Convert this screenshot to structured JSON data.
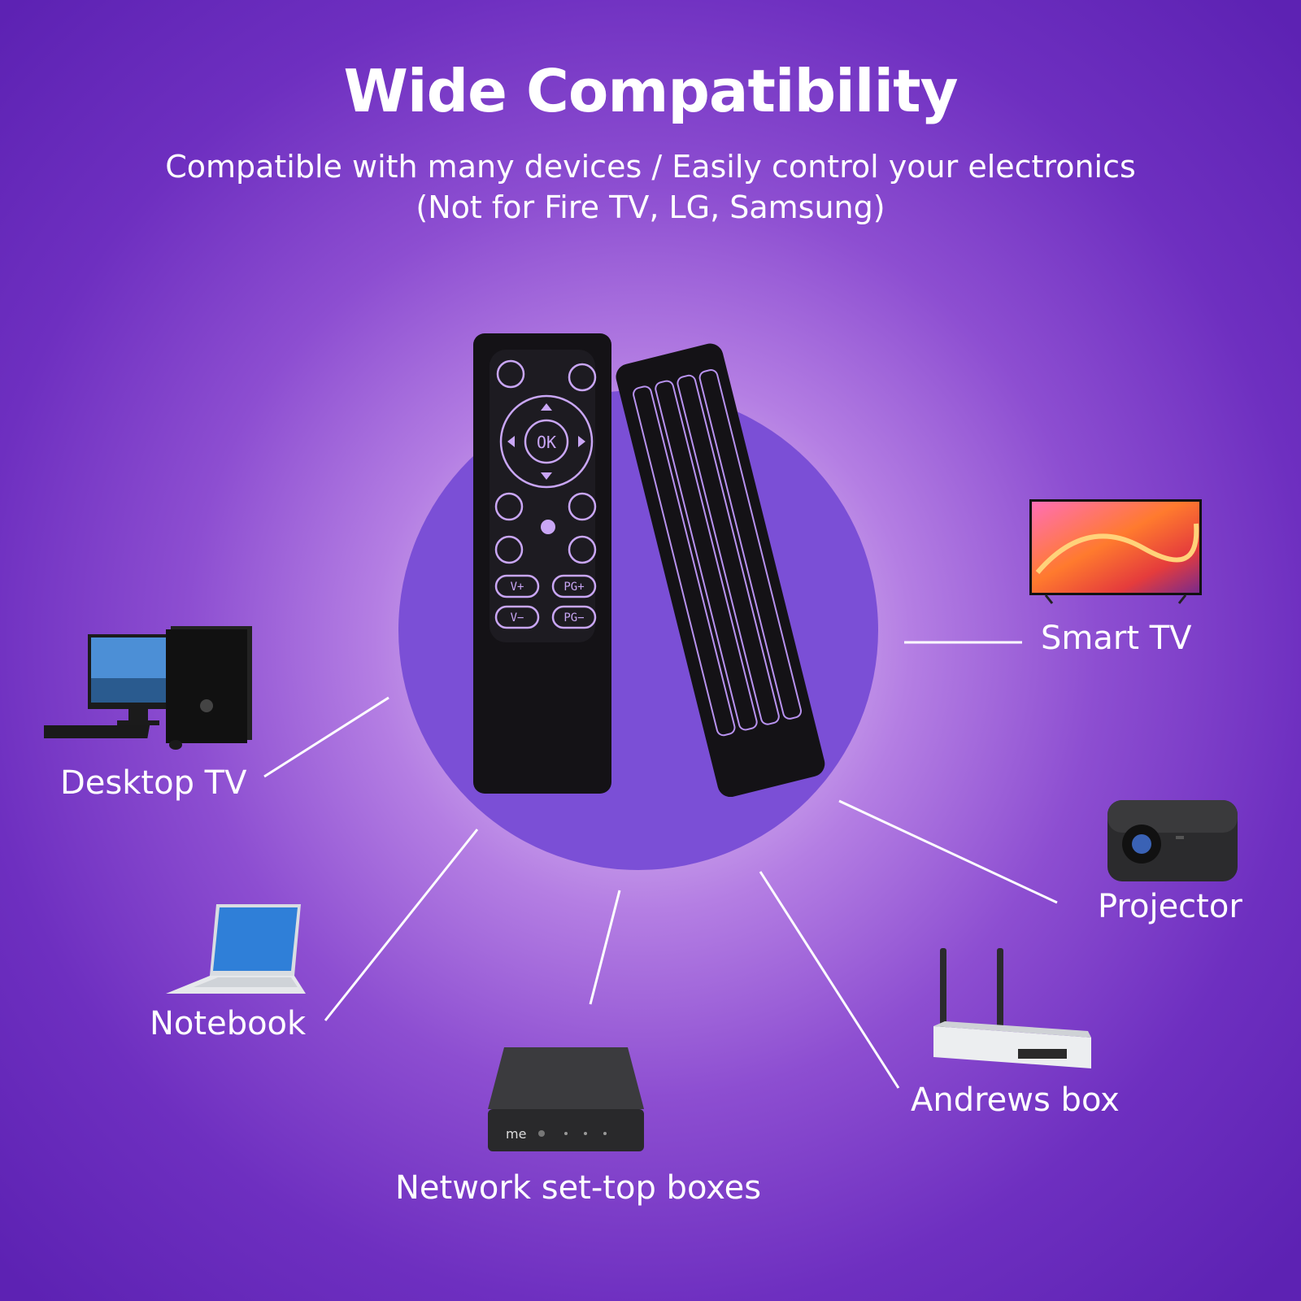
{
  "header": {
    "title": "Wide Compatibility",
    "subtitle_line1": "Compatible with many devices / Easily control your electronics",
    "subtitle_line2": "(Not for Fire TV, LG, Samsung)"
  },
  "remote_left": {
    "ok_label": "OK",
    "vol_up": "V+",
    "vol_down": "V−",
    "page_up": "PG+",
    "page_down": "PG−"
  },
  "devices": {
    "smart_tv": "Smart TV",
    "desktop_tv": "Desktop TV",
    "projector": "Projector",
    "notebook": "Notebook",
    "andrews_box": "Andrews box",
    "set_top_box": "Network set-top boxes"
  },
  "colors": {
    "background": "#6e2fc0",
    "disc": "#7b4fd6",
    "key_glow": "#c9a6f5"
  }
}
